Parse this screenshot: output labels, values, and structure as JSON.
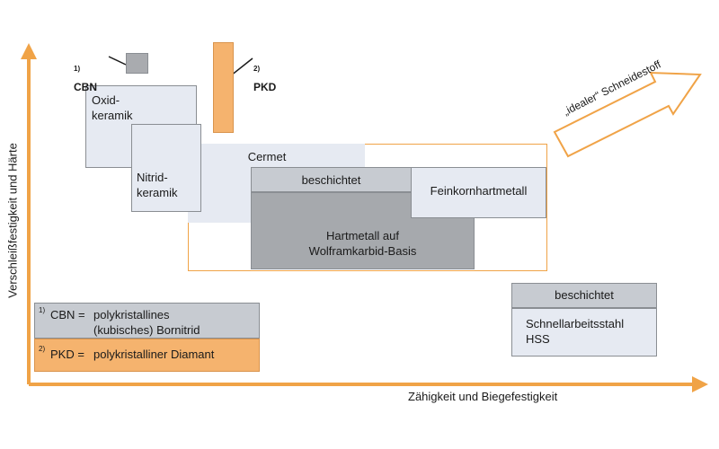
{
  "axes": {
    "y_label": "Verschleißfestigkeit und Härte",
    "x_label": "Zähigkeit und Biegefestigkeit"
  },
  "ideal_arrow": {
    "label": "„idealer“ Schneidestoff"
  },
  "cbn_marker": {
    "sup": "1)",
    "label": "CBN"
  },
  "pkd_marker": {
    "sup": "2)",
    "label": "PKD"
  },
  "materials": {
    "oxidkeramik": "Oxid-\nkeramik",
    "nitridkeramik": "Nitrid-\nkeramik",
    "cermet": "Cermet",
    "beschichtet_hm": "beschichtet",
    "feinkorn": "Feinkornhartmetall",
    "hartmetall": "Hartmetall auf\nWolframkarbid-Basis",
    "beschichtet_hss": "beschichtet",
    "hss": "Schnellarbeitsstahl\nHSS"
  },
  "legend": {
    "cbn_sup": "1)",
    "cbn_key": "CBN =",
    "cbn_desc": "polykristallines\n(kubisches) Bornitrid",
    "pkd_sup": "2)",
    "pkd_key": "PKD =",
    "pkd_desc": "polykristalliner Diamant"
  },
  "colors": {
    "axis_orange": "#f0a347",
    "pkd_orange": "#f5b36e",
    "cbn_gray": "#a9abaf",
    "light_blue": "#e6eaf2",
    "mid_gray": "#c7cbd1",
    "dark_gray": "#a6a9ad"
  }
}
